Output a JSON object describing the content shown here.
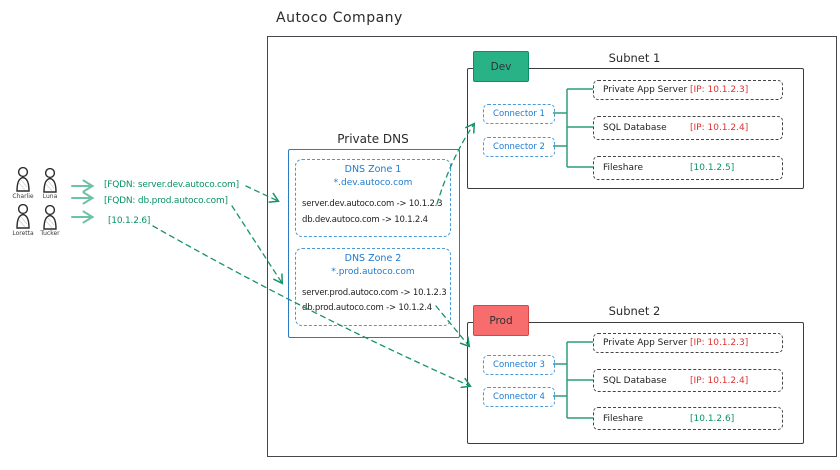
{
  "title": "Autoco Company",
  "users": [
    {
      "name": "Charlie"
    },
    {
      "name": "Luna"
    },
    {
      "name": "Loretta"
    },
    {
      "name": "Tucker"
    }
  ],
  "requests": [
    {
      "label": "[FQDN: server.dev.autoco.com]"
    },
    {
      "label": "[FQDN: db.prod.autoco.com]"
    },
    {
      "label": "[10.1.2.6]"
    }
  ],
  "private_dns": {
    "title": "Private DNS",
    "zones": [
      {
        "name": "DNS Zone 1",
        "wildcard": "*.dev.autoco.com",
        "records": [
          {
            "text": "server.dev.autoco.com -> 10.1.2.3"
          },
          {
            "text": "db.dev.autoco.com -> 10.1.2.4"
          }
        ]
      },
      {
        "name": "DNS Zone 2",
        "wildcard": "*.prod.autoco.com",
        "records": [
          {
            "text": "server.prod.autoco.com -> 10.1.2.3"
          },
          {
            "text": "db.prod.autoco.com -> 10.1.2.4"
          }
        ]
      }
    ]
  },
  "subnets": [
    {
      "title": "Subnet 1",
      "badge": "Dev",
      "connectors": [
        {
          "label": "Connector 1"
        },
        {
          "label": "Connector 2"
        }
      ],
      "resources": [
        {
          "name": "Private App Server",
          "address": "[IP: 10.1.2.3]"
        },
        {
          "name": "SQL Database",
          "address": "[IP: 10.1.2.4]"
        },
        {
          "name": "Fileshare",
          "address": "[10.1.2.5]"
        }
      ]
    },
    {
      "title": "Subnet 2",
      "badge": "Prod",
      "connectors": [
        {
          "label": "Connector 3"
        },
        {
          "label": "Connector 4"
        }
      ],
      "resources": [
        {
          "name": "Private App Server",
          "address": "[IP: 10.1.2.3]"
        },
        {
          "name": "SQL Database",
          "address": "[IP: 10.1.2.4]"
        },
        {
          "name": "Fileshare",
          "address": "[10.1.2.6]"
        }
      ]
    }
  ],
  "colors": {
    "green_label": "#0a9268",
    "green_line": "#2f9e77",
    "blue": "#1d7ad0",
    "red_text": "#e03131",
    "dev_badge": "#29b285",
    "prod_badge": "#f76d6d"
  }
}
